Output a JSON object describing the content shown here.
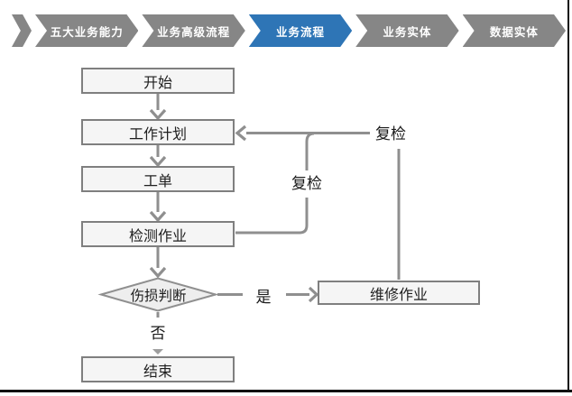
{
  "nav": {
    "items": [
      {
        "label": "五大业务能力"
      },
      {
        "label": "业务高级流程"
      },
      {
        "label": "业务流程"
      },
      {
        "label": "业务实体"
      },
      {
        "label": "数据实体"
      }
    ],
    "active_item": "业务流程"
  },
  "flowchart": {
    "nodes": {
      "start": "开始",
      "plan": "工作计划",
      "order": "工单",
      "inspect": "检测作业",
      "decision": "伤损判断",
      "repair": "维修作业",
      "end": "结束"
    },
    "labels": {
      "recheck_loop": "复检",
      "recheck_repair": "复检",
      "yes": "是",
      "no": "否"
    },
    "colors": {
      "nav_gray": "#868686",
      "nav_active_blue": "#2e75b6",
      "connector_gray": "#8f8f8f",
      "node_fill": "#f5f5f5",
      "node_border": "#7f7f7f"
    }
  }
}
